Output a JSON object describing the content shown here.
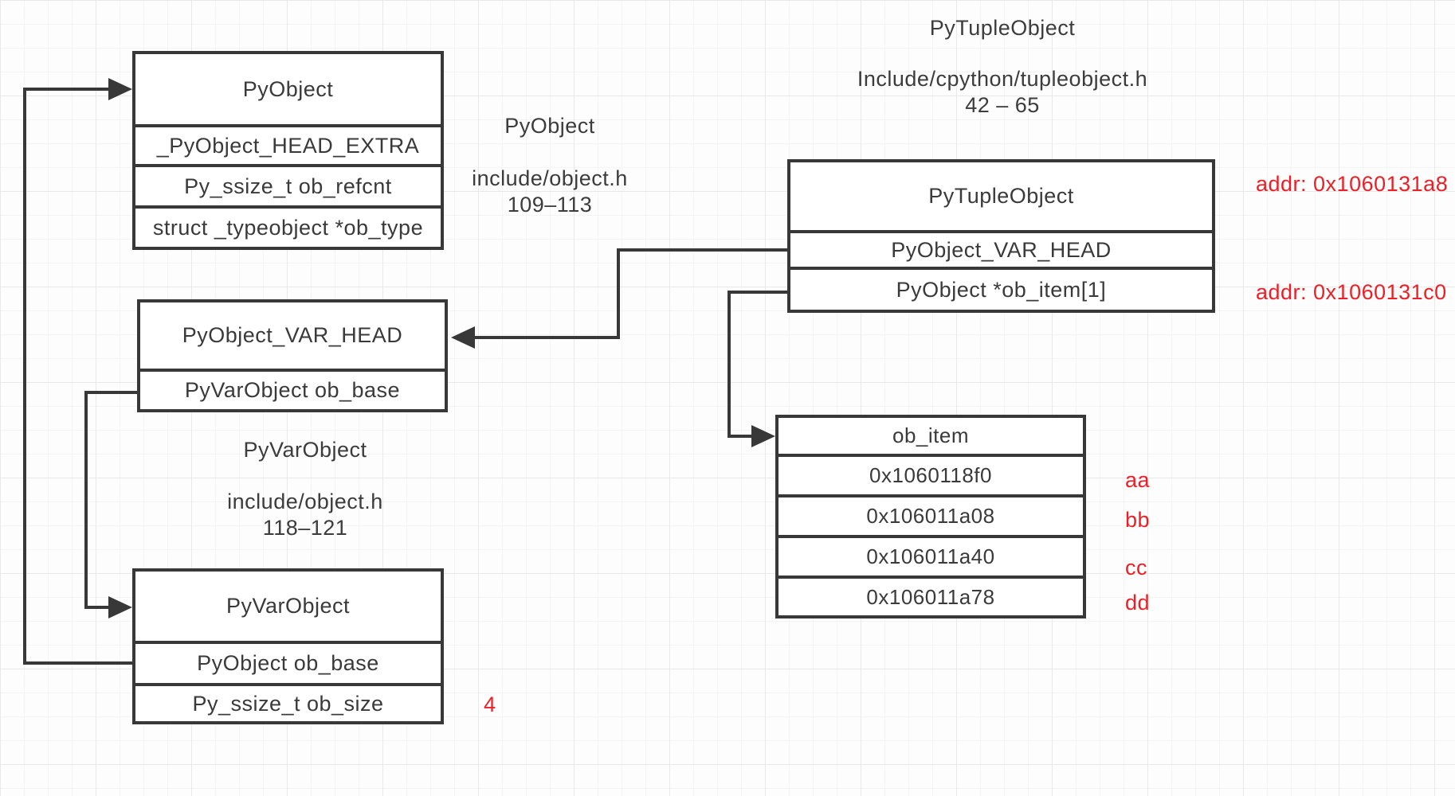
{
  "colors": {
    "line": "#383838",
    "text": "#3a3a3a",
    "red": "#ed1f26"
  },
  "labels": {
    "pyobject": {
      "title": "PyObject",
      "file": "include/object.h",
      "lines": "109–113"
    },
    "pytuple": {
      "title": "PyTupleObject",
      "file": "Include/cpython/tupleobject.h",
      "lines": "42 – 65"
    },
    "pyvar": {
      "title": "PyVarObject",
      "file": "include/object.h",
      "lines": "118–121"
    }
  },
  "boxes": {
    "pyobject": {
      "title": "PyObject",
      "rows": [
        "_PyObject_HEAD_EXTRA",
        "Py_ssize_t ob_refcnt",
        "struct _typeobject *ob_type"
      ]
    },
    "pytuple": {
      "title": "PyTupleObject",
      "rows": [
        "PyObject_VAR_HEAD",
        "PyObject *ob_item[1]"
      ]
    },
    "varhead": {
      "title": "PyObject_VAR_HEAD",
      "rows": [
        "PyVarObject ob_base"
      ]
    },
    "pyvar": {
      "title": "PyVarObject",
      "rows": [
        "PyObject ob_base",
        "Py_ssize_t ob_size"
      ]
    }
  },
  "annotations": {
    "addr_top": "addr: 0x1060131a8",
    "addr_bottom": "addr: 0x1060131c0",
    "ob_size_value": "4"
  },
  "ob_item_table": {
    "title": "ob_item",
    "rows": [
      {
        "addr": "0x1060118f0",
        "label": "aa"
      },
      {
        "addr": "0x106011a08",
        "label": "bb"
      },
      {
        "addr": "0x106011a40",
        "label": "cc"
      },
      {
        "addr": "0x106011a78",
        "label": "dd"
      }
    ]
  }
}
